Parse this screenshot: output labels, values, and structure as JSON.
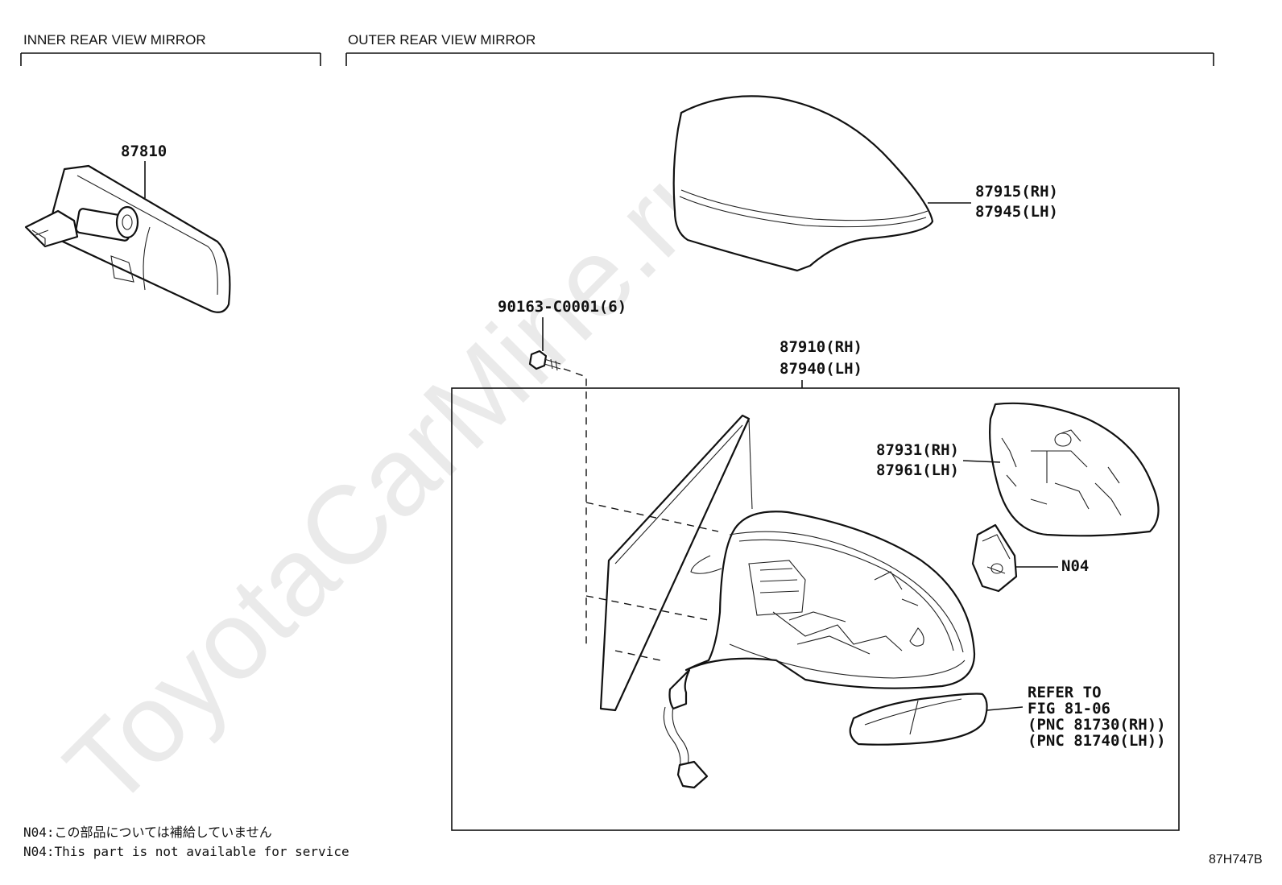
{
  "sections": {
    "inner": "INNER REAR VIEW MIRROR",
    "outer": "OUTER REAR VIEW MIRROR"
  },
  "parts": {
    "p87810": "87810",
    "p87915": "87915(RH)",
    "p87945": "87945(LH)",
    "p90163": "90163-C0001(6)",
    "p87910": "87910(RH)",
    "p87940": "87940(LH)",
    "p87931": "87931(RH)",
    "p87961": "87961(LH)",
    "n04": "N04"
  },
  "refer": {
    "line1": "REFER TO",
    "line2": "FIG 81-06",
    "line3": "(PNC 81730(RH))",
    "line4": "(PNC 81740(LH))"
  },
  "notes": {
    "jp": "N04:この部品については補給していません",
    "en": "N04:This part is not available for service"
  },
  "drawing_code": "87H747B",
  "watermark": "ToyotaCarMine.ru"
}
